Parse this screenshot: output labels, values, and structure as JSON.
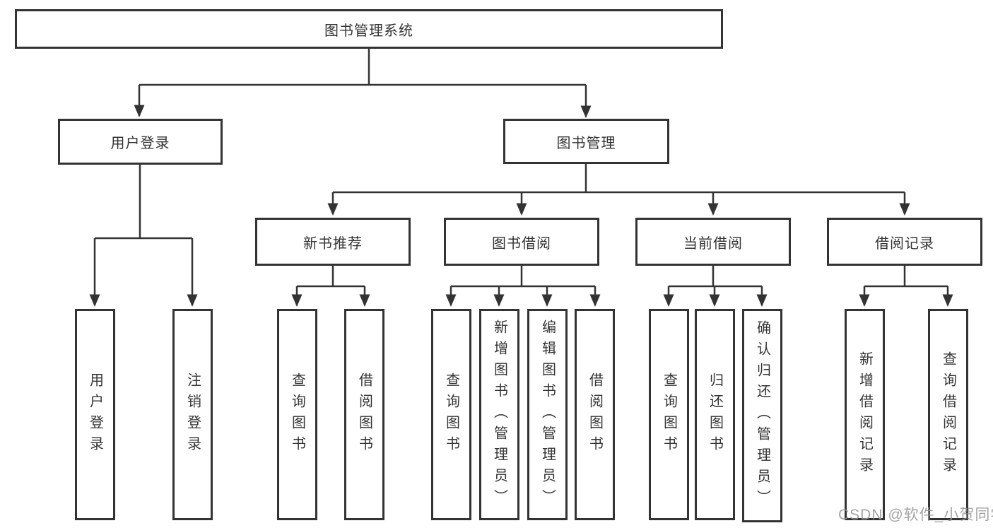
{
  "diagram": {
    "type": "hierarchy-tree",
    "colors": {
      "line": "#333333",
      "box_border": "#333333",
      "text": "#333333",
      "background": "#ffffff",
      "watermark": "#969696"
    },
    "tree": {
      "label": "图书管理系统",
      "children": [
        {
          "label": "用户登录",
          "children": [
            {
              "label": "用户登录"
            },
            {
              "label": "注销登录"
            }
          ]
        },
        {
          "label": "图书管理",
          "children": [
            {
              "label": "新书推荐",
              "children": [
                {
                  "label": "查询图书"
                },
                {
                  "label": "借阅图书"
                }
              ]
            },
            {
              "label": "图书借阅",
              "children": [
                {
                  "label": "查询图书"
                },
                {
                  "label": "新增图书（管理员）"
                },
                {
                  "label": "编辑图书（管理员）"
                },
                {
                  "label": "借阅图书"
                }
              ]
            },
            {
              "label": "当前借阅",
              "children": [
                {
                  "label": "查询图书"
                },
                {
                  "label": "归还图书"
                },
                {
                  "label": "确认归还（管理员）"
                }
              ]
            },
            {
              "label": "借阅记录",
              "children": [
                {
                  "label": "新增借阅记录"
                },
                {
                  "label": "查询借阅记录"
                }
              ]
            }
          ]
        }
      ]
    },
    "watermark": "CSDN @软件_小贺同学"
  }
}
